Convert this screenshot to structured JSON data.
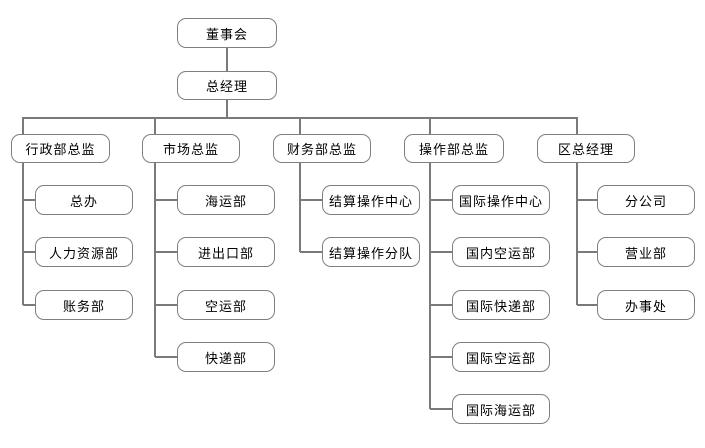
{
  "org": {
    "root": {
      "label": "董事会"
    },
    "gm": {
      "label": "总经理"
    },
    "branches": [
      {
        "label": "行政部总监",
        "children": [
          {
            "label": "总办"
          },
          {
            "label": "人力资源部"
          },
          {
            "label": "账务部"
          }
        ]
      },
      {
        "label": "市场总监",
        "children": [
          {
            "label": "海运部"
          },
          {
            "label": "进出口部"
          },
          {
            "label": "空运部"
          },
          {
            "label": "快递部"
          }
        ]
      },
      {
        "label": "财务部总监",
        "children": [
          {
            "label": "结算操作中心"
          },
          {
            "label": "结算操作分队"
          }
        ]
      },
      {
        "label": "操作部总监",
        "children": [
          {
            "label": "国际操作中心"
          },
          {
            "label": "国内空运部"
          },
          {
            "label": "国际快递部"
          },
          {
            "label": "国际空运部"
          },
          {
            "label": "国际海运部"
          }
        ]
      },
      {
        "label": "区总经理",
        "children": [
          {
            "label": "分公司"
          },
          {
            "label": "营业部"
          },
          {
            "label": "办事处"
          }
        ]
      }
    ]
  },
  "colors": {
    "box_border": "#7f7f7f",
    "line_color": "#7a7a7a",
    "text_color": "#000000",
    "bg_color": "#ffffff"
  }
}
